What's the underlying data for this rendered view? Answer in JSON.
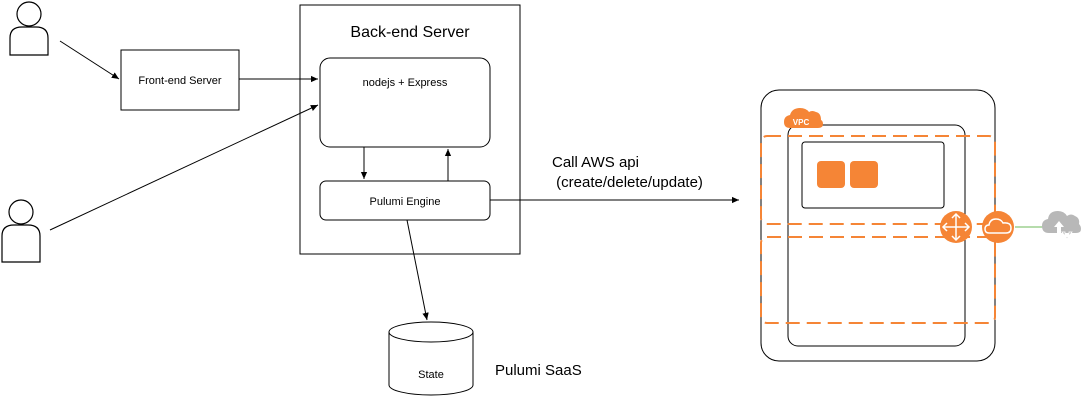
{
  "nodes": {
    "frontend_server": "Front-end Server",
    "backend_server": "Back-end Server",
    "nodejs_express": "nodejs + Express",
    "pulumi_engine": "Pulumi Engine",
    "state": "State",
    "pulumi_saas": "Pulumi SaaS",
    "vpc": "VPC"
  },
  "edges": {
    "aws_call_line1": "Call AWS api",
    "aws_call_line2": " (create/delete/update)"
  },
  "icons": {
    "user": "user-icon",
    "database": "database-icon",
    "vpc": "vpc-cloud-icon",
    "router": "router-icon",
    "gateway": "internet-gateway-icon",
    "cloud": "cloud-upload-download-icon"
  },
  "colors": {
    "aws_orange": "#F58536",
    "stroke": "#000000",
    "grey_cloud": "#B8B8B8",
    "green_line": "#6DBA5A"
  }
}
